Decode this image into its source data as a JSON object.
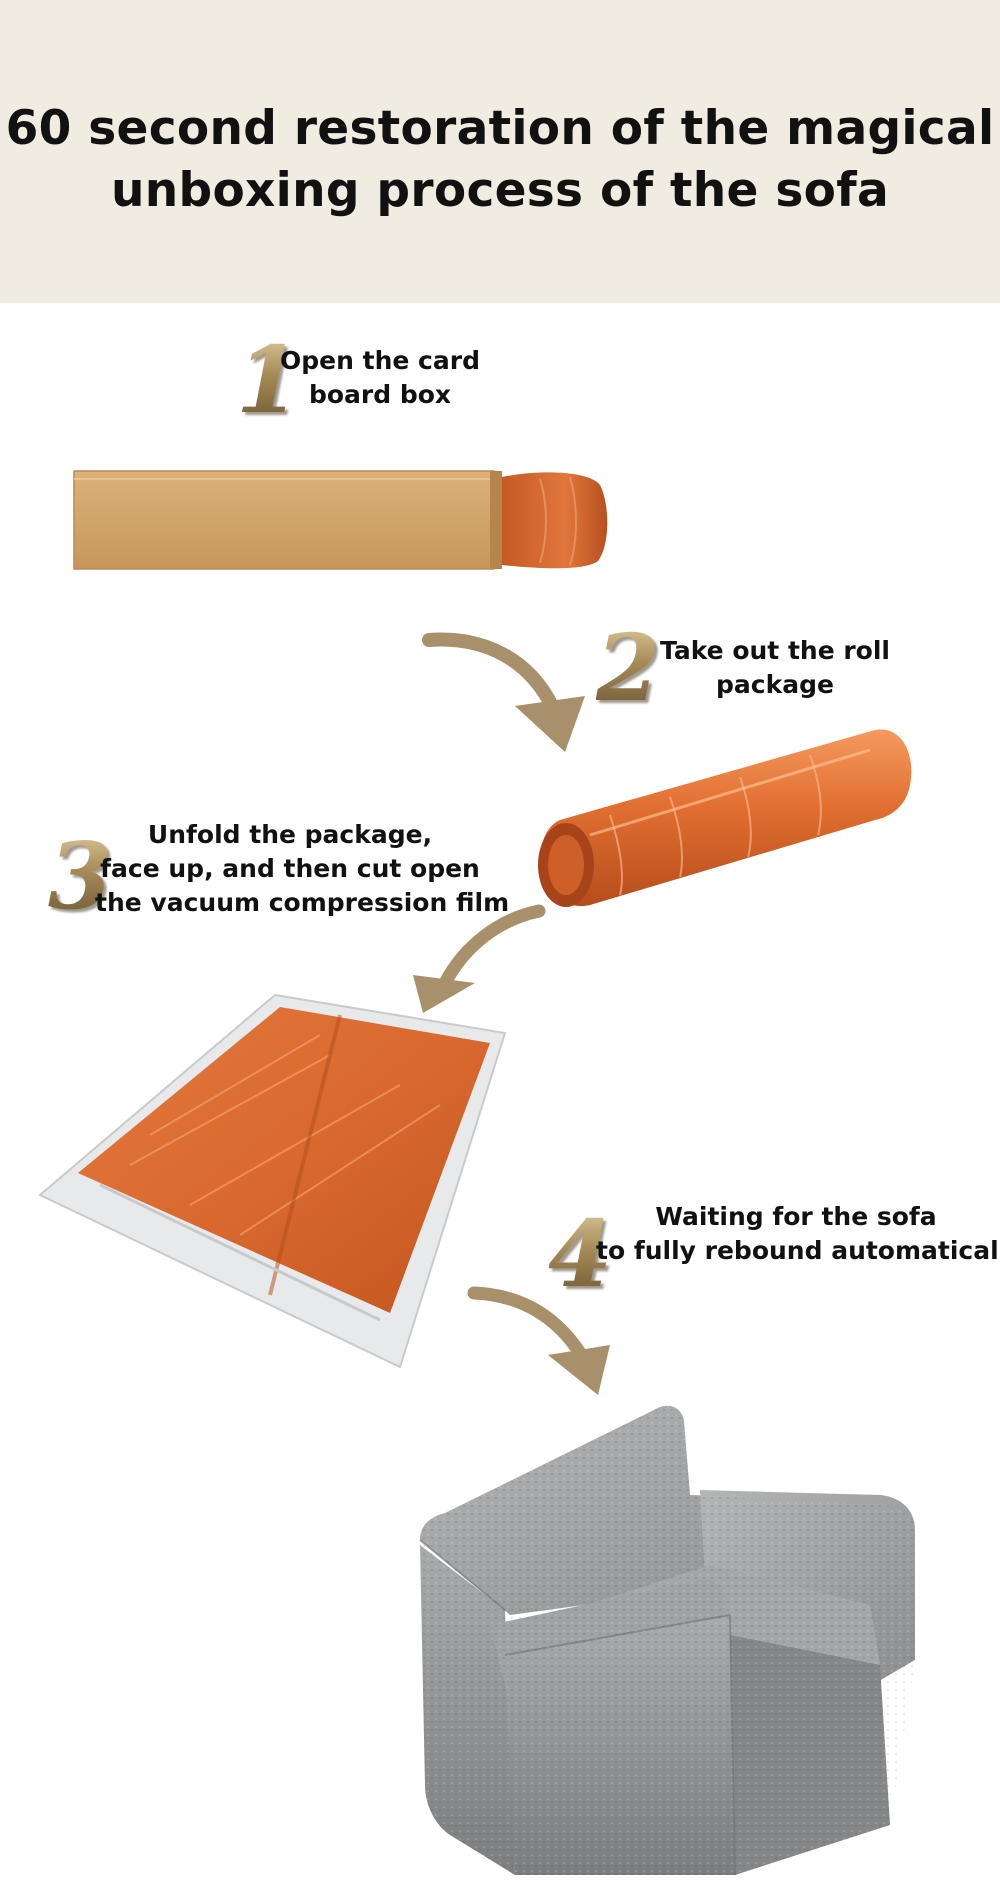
{
  "title": {
    "line1": "60 second restoration of the magical",
    "line2": "unboxing process of the sofa"
  },
  "steps": [
    {
      "number": "1",
      "lines": [
        "Open the card",
        "board box"
      ]
    },
    {
      "number": "2",
      "lines": [
        "Take out the roll",
        "package"
      ]
    },
    {
      "number": "3",
      "lines": [
        "Unfold the package,",
        "face up, and then cut open",
        "the vacuum compression film"
      ]
    },
    {
      "number": "4",
      "lines": [
        "Waiting for the sofa",
        "to fully rebound automatically"
      ]
    }
  ],
  "images": {
    "box": "cardboard-box-with-rolled-package",
    "roll": "orange-rolled-package",
    "flat": "unfolded-vacuum-package",
    "sofa": "grey-armchair-sofa"
  },
  "colors": {
    "header_bg": "#f0ece1",
    "number_gold": "#a58a55",
    "arrow": "#a8916a",
    "package_orange": "#d9692f",
    "cardboard": "#d2a46c",
    "sofa_grey": "#9a9c9d"
  }
}
